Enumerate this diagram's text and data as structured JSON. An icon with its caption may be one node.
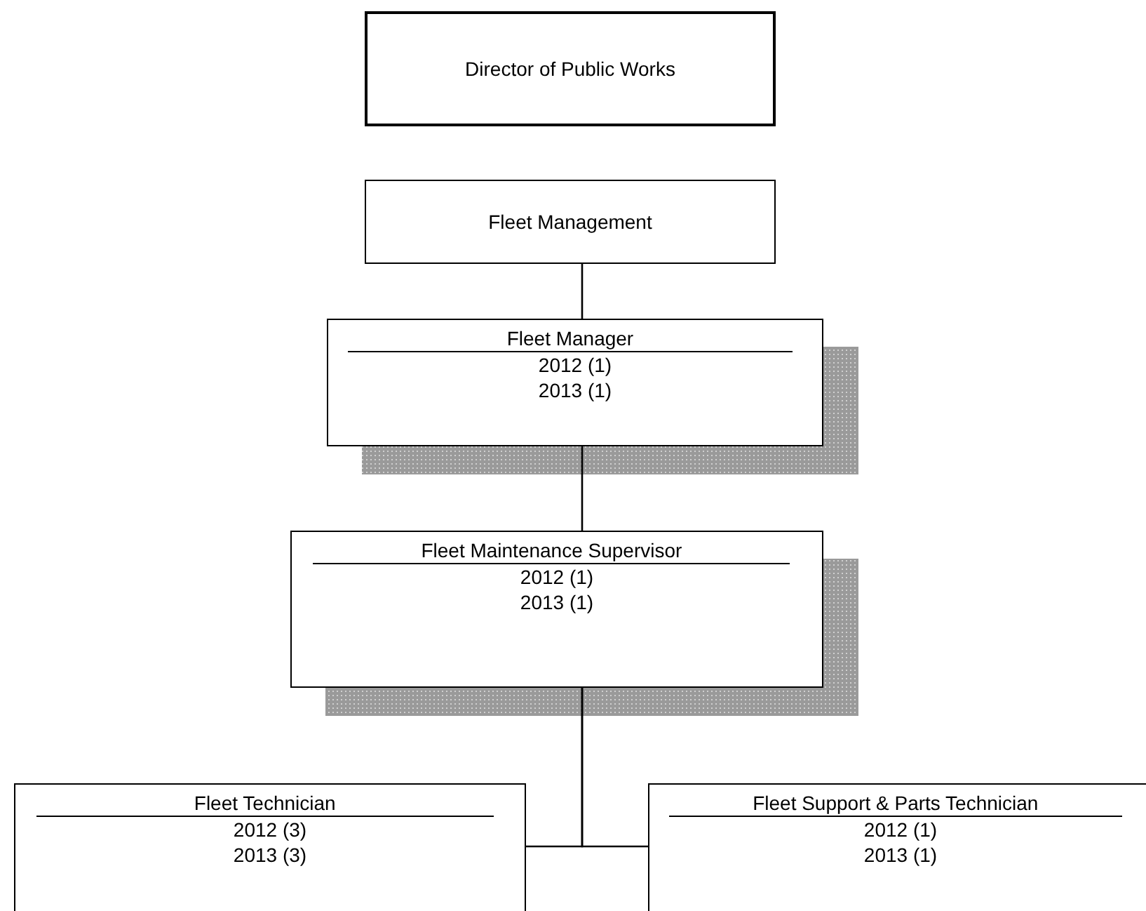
{
  "diagram": {
    "nodes": [
      {
        "text": [
          "Director of Public Works"
        ]
      },
      {
        "text": [
          "Fleet Management"
        ]
      },
      {
        "text": [
          "Fleet Manager",
          "2012 (1)",
          "2013 (1)"
        ]
      },
      {
        "text": [
          "Fleet Maintenance Supervisor",
          "2012 (1)",
          "2013 (1)"
        ]
      },
      {
        "text": [
          "Fleet Technician",
          "2012 (3)",
          "2013 (3)"
        ]
      },
      {
        "text": [
          "Fleet Support & Parts Technician",
          "2012 (1)",
          "2013 (1)"
        ]
      }
    ],
    "edges": [
      {
        "from": 1,
        "to": 2,
        "arrow": "none"
      },
      {
        "from": 2,
        "to": 3,
        "arrow": "none"
      },
      {
        "from": 3,
        "to": 4,
        "arrow": "none"
      },
      {
        "from": 3,
        "to": 5,
        "arrow": "none"
      }
    ]
  }
}
